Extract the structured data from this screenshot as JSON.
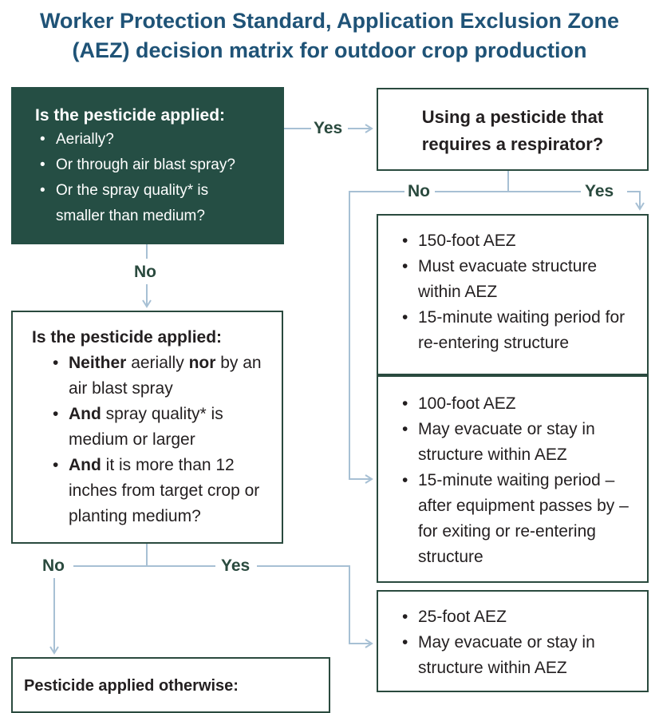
{
  "title": {
    "line1": "Worker Protection Standard, Application Exclusion Zone",
    "line2": "(AEZ) decision matrix for outdoor crop production"
  },
  "q1": {
    "heading": "Is the pesticide applied:",
    "items": [
      "Aerially?",
      "Or through air blast spray?",
      "Or the spray quality* is smaller than medium?"
    ]
  },
  "q_resp": {
    "line1": "Using a pesticide that",
    "line2": "requires a respirator?"
  },
  "q2": {
    "heading": "Is the pesticide applied:",
    "item1": {
      "b1": "Neither",
      "t1": " aerially ",
      "b2": "nor",
      "t2": " by an air blast spray"
    },
    "item2": {
      "b": "And",
      "t": " spray quality* is medium or larger"
    },
    "item3": {
      "b": "And",
      "t": " it is more than 12 inches from target crop or planting medium?"
    }
  },
  "r150": {
    "items": [
      "150-foot AEZ",
      "Must evacuate structure within AEZ",
      "15-minute waiting period for re-entering structure"
    ]
  },
  "r100": {
    "items": [
      "100-foot AEZ",
      "May evacuate or stay in structure within AEZ",
      "15-minute waiting period – after equipment passes by – for exiting or re-entering structure"
    ]
  },
  "r25": {
    "items": [
      "25-foot AEZ",
      "May evacuate or stay in structure within AEZ"
    ]
  },
  "q3": {
    "heading": "Pesticide applied otherwise:"
  },
  "labels": {
    "yes_q1": "Yes",
    "no_q1": "No",
    "no_resp": "No",
    "yes_resp": "Yes",
    "no_q2": "No",
    "yes_q2": "Yes"
  },
  "colors": {
    "title": "#1f5377",
    "dark_box": "#254e44",
    "arrow": "#a7c0d4"
  }
}
